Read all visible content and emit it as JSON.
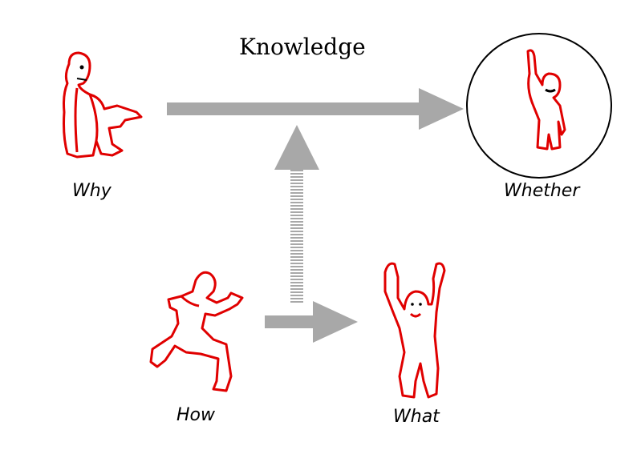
{
  "diagram": {
    "title": "Knowledge",
    "nodes": {
      "why": {
        "label": "Why"
      },
      "how": {
        "label": "How"
      },
      "what": {
        "label": "What"
      },
      "whether": {
        "label": "Whether"
      }
    },
    "colors": {
      "figure_stroke": "#e00000",
      "arrow": "#a8a8a8",
      "circle": "#000000"
    }
  }
}
